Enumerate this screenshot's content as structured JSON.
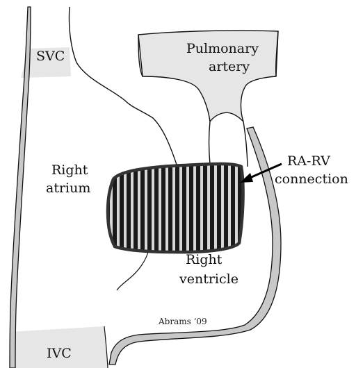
{
  "labels": {
    "svc": "SVC",
    "pulmonary_line1": "Pulmonary",
    "pulmonary_line2": "artery",
    "right_atrium_line1": "Right",
    "right_atrium_line2": "atrium",
    "connection_line1": "RA-RV",
    "connection_line2": "connection",
    "right_ventricle_line1": "Right",
    "right_ventricle_line2": "ventricle",
    "ivc": "IVC",
    "signature": "Abrams ‘09"
  },
  "colors": {
    "outline": "#111111",
    "vessel_fill": "#e6e6e6",
    "wall_fill": "#c8c8c8",
    "patch_stripe": "#1a1a1a",
    "patch_gap": "#d8d8d8"
  }
}
